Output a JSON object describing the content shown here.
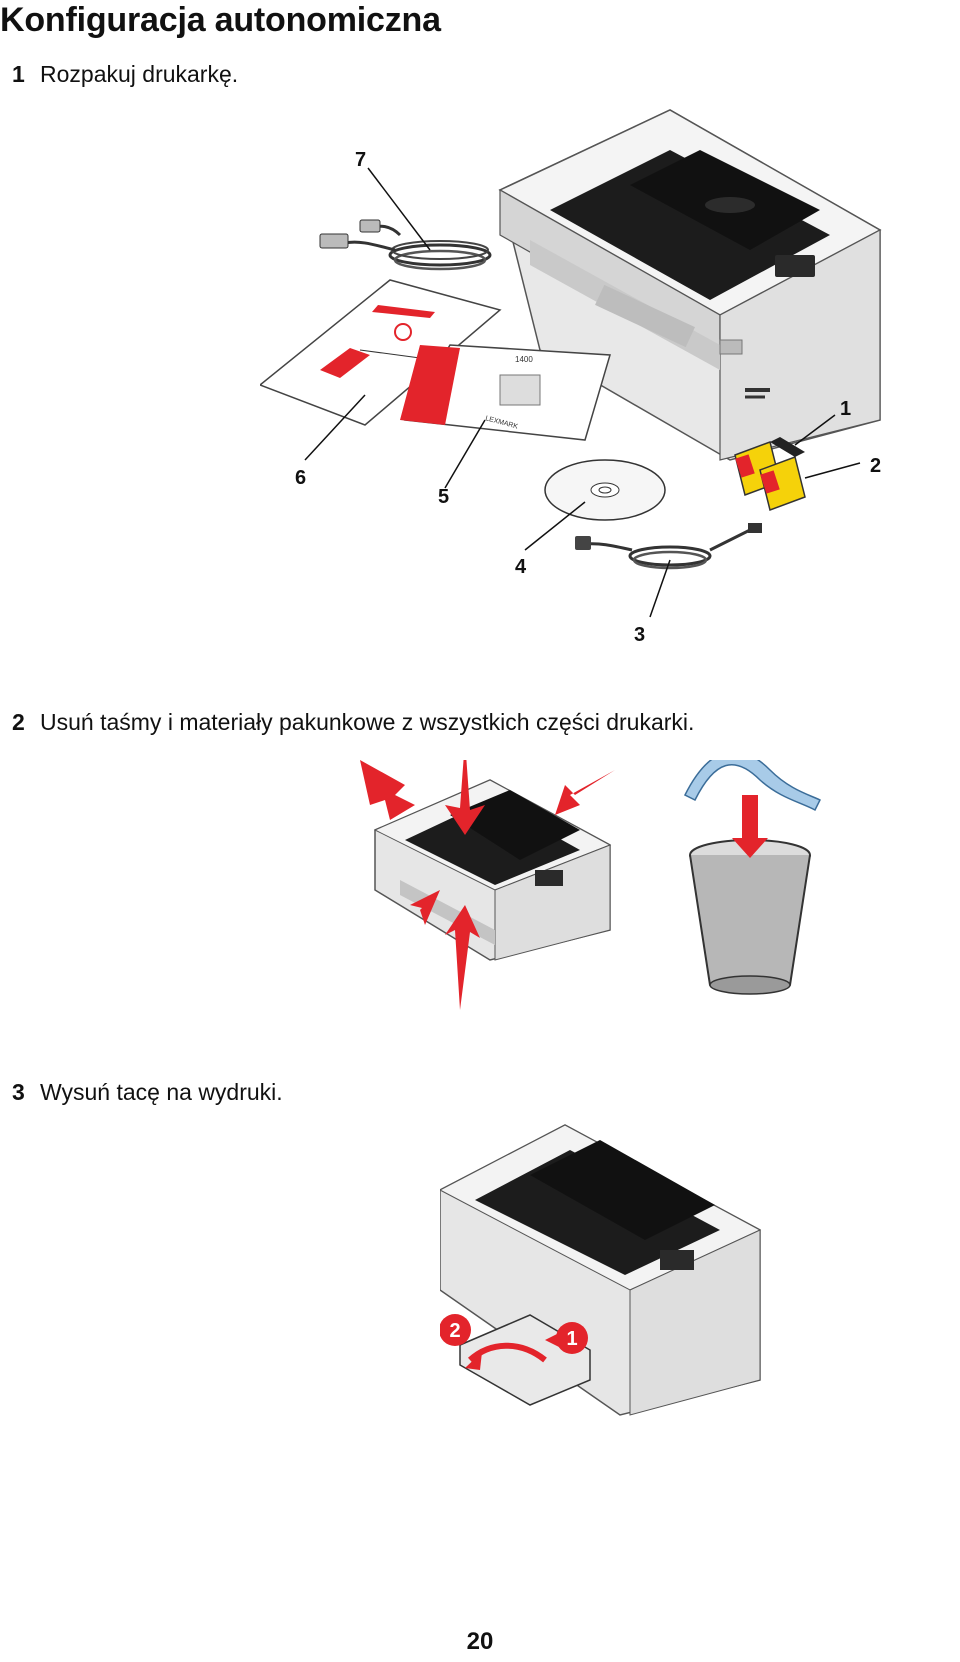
{
  "document": {
    "title": "Konfiguracja autonomiczna",
    "page_number": "20"
  },
  "steps": [
    {
      "number": "1",
      "text": "Rozpakuj drukarkę."
    },
    {
      "number": "2",
      "text": "Usuń taśmy i materiały pakunkowe z wszystkich części drukarki."
    },
    {
      "number": "3",
      "text": "Wysuń tacę na wydruki."
    }
  ],
  "figure1": {
    "callouts": [
      "1",
      "2",
      "3",
      "4",
      "5",
      "6",
      "7"
    ],
    "booklet_model": "1400",
    "brand": "LEXMARK"
  },
  "figure3": {
    "callouts": [
      "1",
      "2"
    ]
  },
  "colors": {
    "accent_red": "#e3242b",
    "cartridge_yellow": "#f5d20a",
    "printer_gray": "#d9d9d9",
    "printer_dark": "#1e1e1e"
  }
}
